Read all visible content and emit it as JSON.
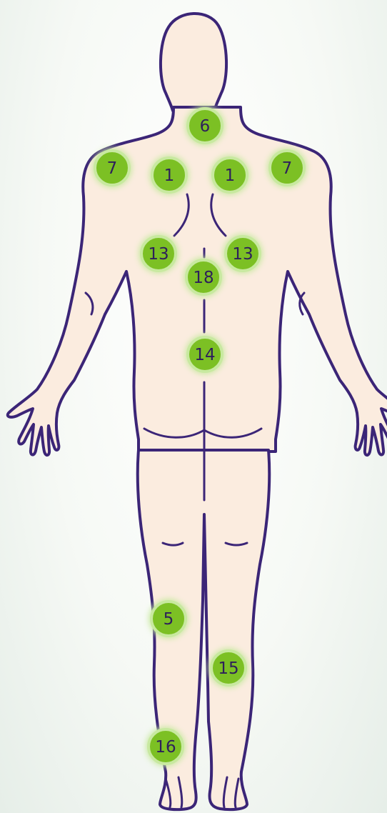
{
  "colors": {
    "body_fill": "#fbecdf",
    "outline": "#3b2577",
    "marker_fill": "#7cc024",
    "marker_glow": "#c8e9a0",
    "marker_text": "#2d1f5a"
  },
  "markers": [
    {
      "id": "neck",
      "label": "6"
    },
    {
      "id": "left-shoulder",
      "label": "7"
    },
    {
      "id": "right-shoulder",
      "label": "7"
    },
    {
      "id": "left-upper-back",
      "label": "1"
    },
    {
      "id": "right-upper-back",
      "label": "1"
    },
    {
      "id": "left-mid-back",
      "label": "13"
    },
    {
      "id": "right-mid-back",
      "label": "13"
    },
    {
      "id": "spine-thoracic",
      "label": "18"
    },
    {
      "id": "spine-lumbar",
      "label": "14"
    },
    {
      "id": "left-calf",
      "label": "5"
    },
    {
      "id": "right-calf",
      "label": "15"
    },
    {
      "id": "left-ankle",
      "label": "16"
    }
  ]
}
